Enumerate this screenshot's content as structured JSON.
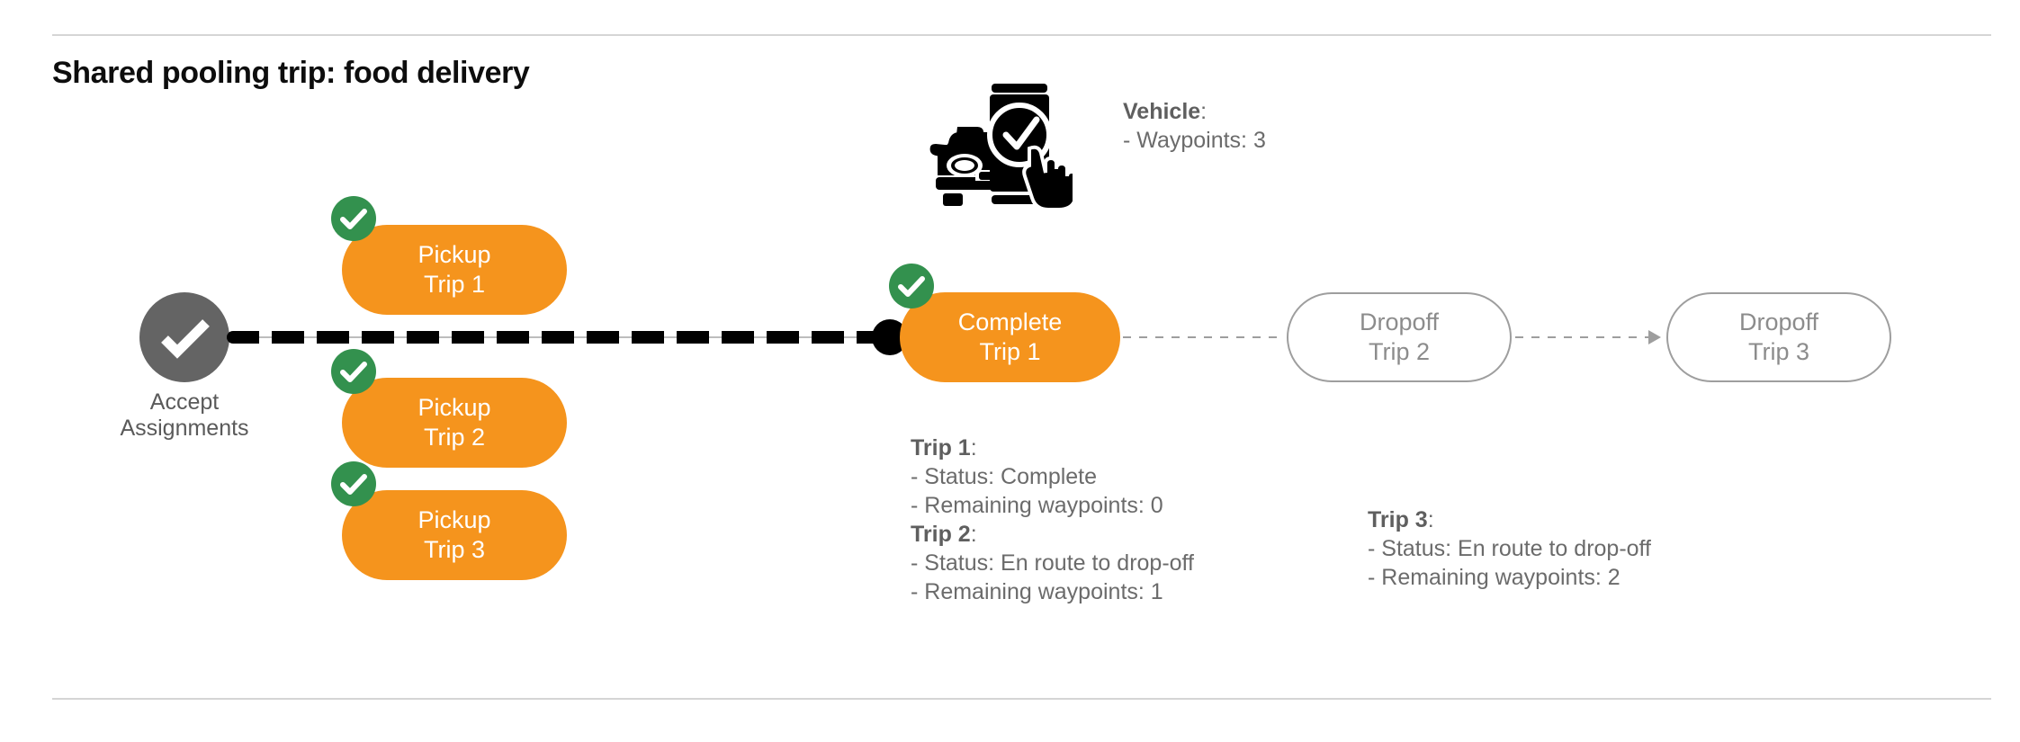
{
  "page": {
    "title": "Shared pooling trip: food delivery"
  },
  "colors": {
    "orange": "#F5941D",
    "green": "#33914E",
    "gray_node": "#646464",
    "outline_gray": "#9e9e9e",
    "text_gray": "#6b6b6b",
    "divider": "#d5d5d5"
  },
  "flow": {
    "start_node": {
      "icon": "check-circle-icon",
      "label_line1": "Accept",
      "label_line2": "Assignments"
    },
    "pickups": [
      {
        "icon": "check-badge-icon",
        "line1": "Pickup",
        "line2": "Trip 1"
      },
      {
        "icon": "check-badge-icon",
        "line1": "Pickup",
        "line2": "Trip 2"
      },
      {
        "icon": "check-badge-icon",
        "line1": "Pickup",
        "line2": "Trip 3"
      }
    ],
    "complete": {
      "icon": "check-badge-icon",
      "line1": "Complete",
      "line2": "Trip 1"
    },
    "dropoffs": [
      {
        "line1": "Dropoff",
        "line2": "Trip 2"
      },
      {
        "line1": "Dropoff",
        "line2": "Trip 3"
      }
    ]
  },
  "vehicle": {
    "icon": "car-phone-check-icon",
    "heading": "Vehicle",
    "heading_colon": ":",
    "waypoints_line": "- Waypoints: 3"
  },
  "trip_info": [
    {
      "heading": "Trip 1",
      "heading_colon": ":",
      "status_line": "- Status:  Complete",
      "waypoints_line": "- Remaining waypoints: 0"
    },
    {
      "heading": "Trip 2",
      "heading_colon": ":",
      "status_line": "- Status:  En route to drop-off",
      "waypoints_line": "- Remaining waypoints: 1"
    },
    {
      "heading": "Trip 3",
      "heading_colon": ":",
      "status_line": "- Status:  En route to drop-off",
      "waypoints_line": "- Remaining waypoints: 2"
    }
  ]
}
